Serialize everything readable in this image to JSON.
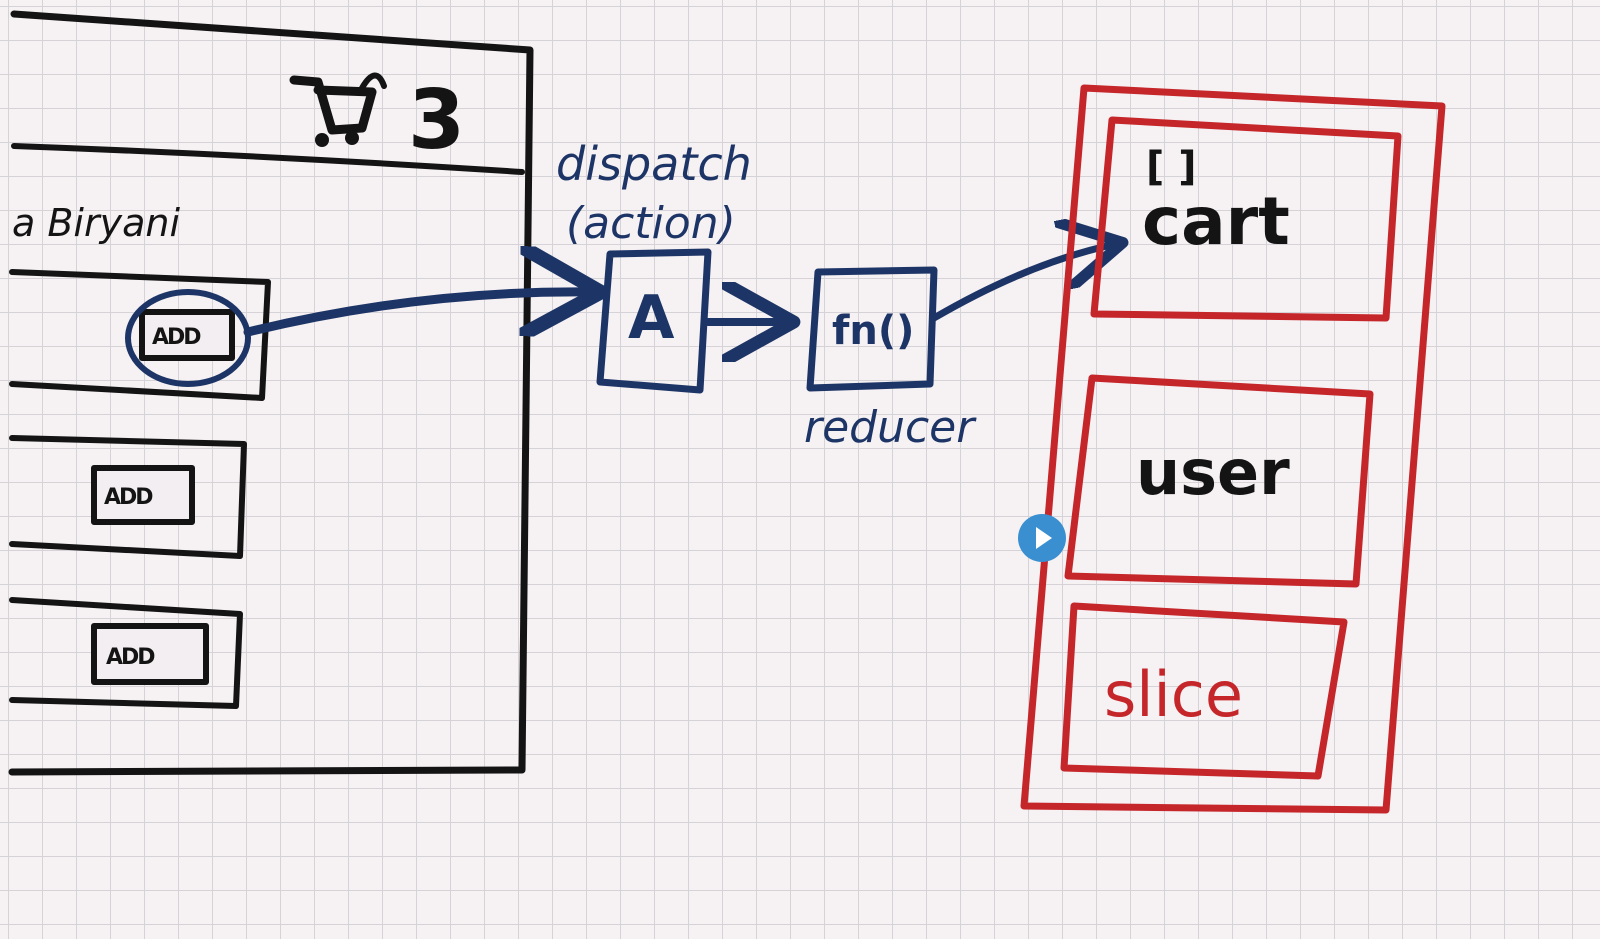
{
  "colors": {
    "black_ink": "#141414",
    "blue_ink": "#1d3566",
    "red_ink": "#c5262a",
    "play_button": "#3a8fd0",
    "grid_paper": "#f6f1f3"
  },
  "app_mockup": {
    "cart_icon": "shopping-cart-icon",
    "cart_count": "3",
    "item_name": "a Biryani",
    "add_label": "ADD"
  },
  "flow": {
    "dispatch_label": "dispatch",
    "action_label": "(action)",
    "action_box": "A",
    "reducer_box": "fn()",
    "reducer_label": "reducer"
  },
  "store": {
    "cart_icon": "[ ]",
    "cart_label": "cart",
    "user_label": "user",
    "slice_label": "slice"
  },
  "video_controls": {
    "play_icon": "play-icon"
  }
}
